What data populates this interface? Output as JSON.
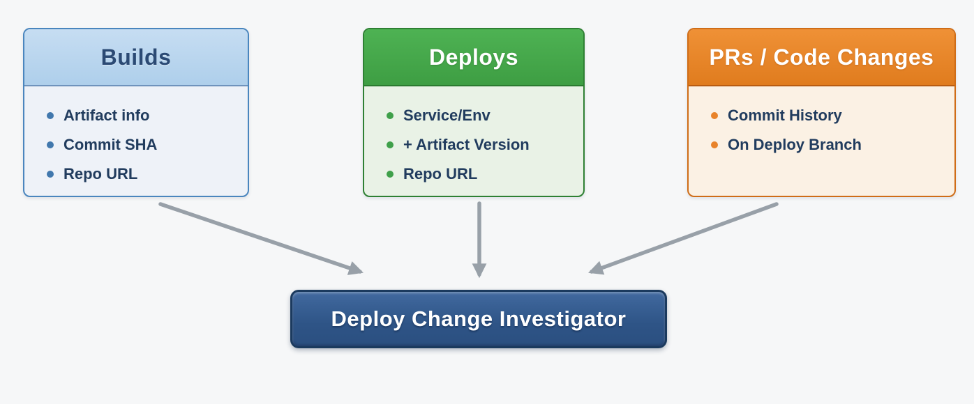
{
  "diagram": {
    "background_color": "#f6f7f8",
    "arrow_color": "#98a0a8",
    "item_text_color": "#213c5e",
    "sources": [
      {
        "id": "builds",
        "title": "Builds",
        "border_color": "#4a86be",
        "header_bg": "#b5d3ee",
        "header_text_color": "#2b4a74",
        "body_bg": "#eef2f8",
        "bullet_color": "#4178ad",
        "items": [
          "Artifact info",
          "Commit SHA",
          "Repo URL"
        ]
      },
      {
        "id": "deploys",
        "title": "Deploys",
        "border_color": "#2e8033",
        "header_bg": "#44a848",
        "header_text_color": "#ffffff",
        "body_bg": "#e9f2e6",
        "bullet_color": "#3fa04a",
        "items": [
          "Service/Env",
          "+ Artifact Version",
          "Repo URL"
        ]
      },
      {
        "id": "prs",
        "title": "PRs / Code Changes",
        "border_color": "#cf6d18",
        "header_bg": "#e8832a",
        "header_text_color": "#ffffff",
        "body_bg": "#fbf1e4",
        "bullet_color": "#e8832a",
        "items": [
          "Commit History",
          "On Deploy Branch"
        ]
      }
    ],
    "target": {
      "label": "Deploy Change Investigator",
      "bg_color": "#33598f",
      "border_color": "#1b3a5e",
      "text_color": "#ffffff"
    }
  }
}
